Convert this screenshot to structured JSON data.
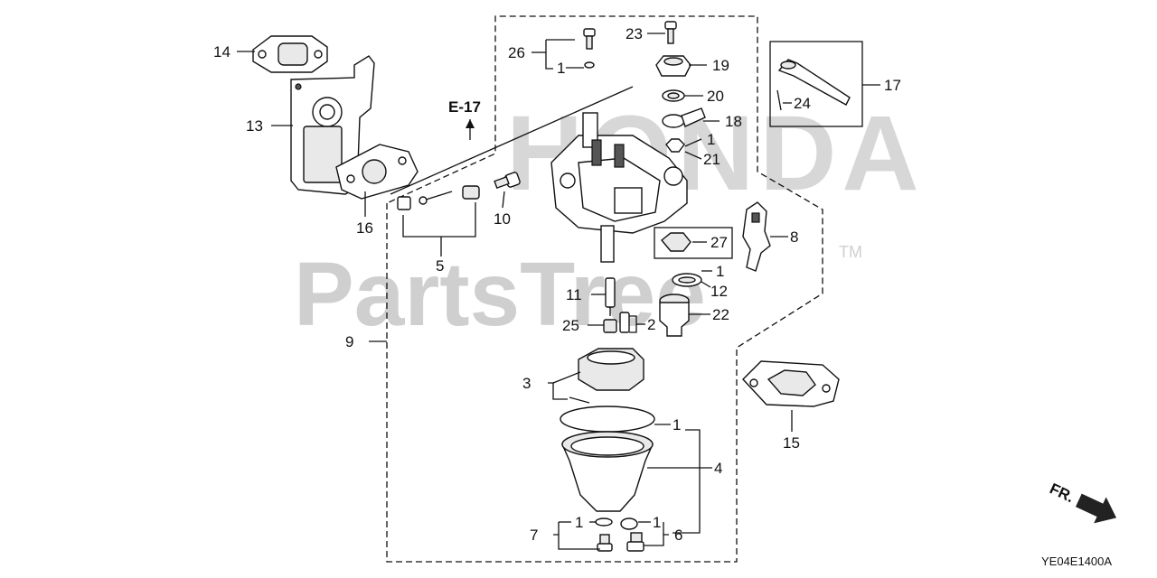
{
  "watermarks": {
    "brand": "HONDA",
    "site": "PartsTree",
    "trademark": "TM"
  },
  "reference": {
    "section": "E-17"
  },
  "callouts": {
    "c1": "1",
    "c2": "2",
    "c3": "3",
    "c4": "4",
    "c5": "5",
    "c6": "6",
    "c7": "7",
    "c8": "8",
    "c9": "9",
    "c10": "10",
    "c11": "11",
    "c12": "12",
    "c13": "13",
    "c14": "14",
    "c15": "15",
    "c16": "16",
    "c17": "17",
    "c18": "18",
    "c19": "19",
    "c20": "20",
    "c21": "21",
    "c22": "22",
    "c23": "23",
    "c24": "24",
    "c25": "25",
    "c26": "26",
    "c27": "27"
  },
  "direction": {
    "label": "FR."
  },
  "diagram_code": "YE04E1400A"
}
